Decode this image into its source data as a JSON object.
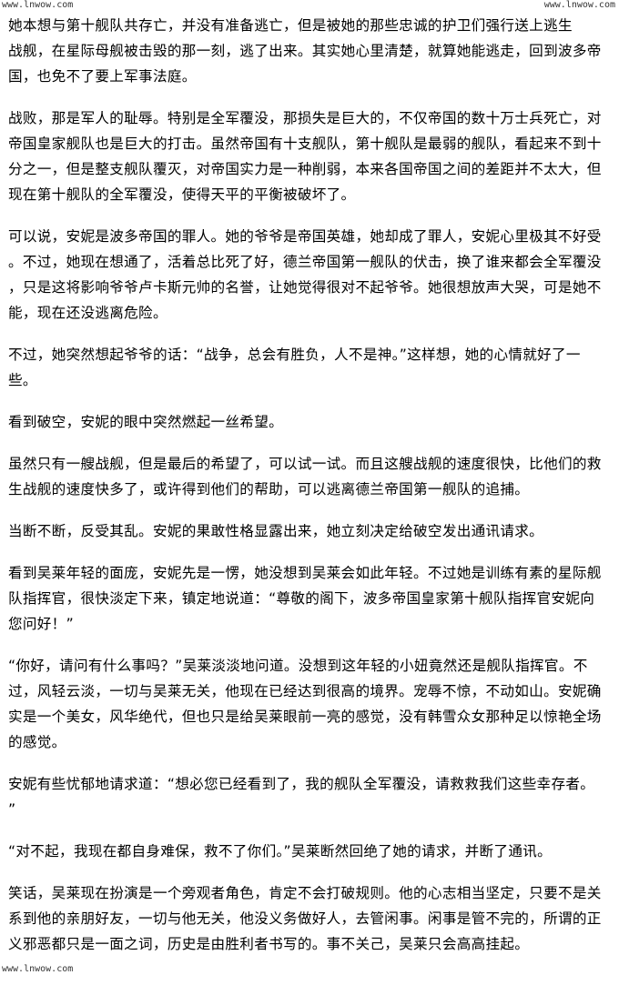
{
  "watermark": "www.lnwow.com",
  "paragraphs": [
    [
      "她本想与第十舰队共存亡，并没有准备逃亡，但是被她的那些忠诚的护卫们强行送上逃生",
      "战舰，在星际母舰被击毁的那一刻，逃了出来。其实她心里清楚，就算她能逃走，回到波多帝",
      "国，也免不了要上军事法庭。"
    ],
    [
      "战败，那是军人的耻辱。特别是全军覆没，那损失是巨大的，不仅帝国的数十万士兵死亡，对",
      "帝国皇家舰队也是巨大的打击。虽然帝国有十支舰队，第十舰队是最弱的舰队，看起来不到十",
      "分之一，但是整支舰队覆灭，对帝国实力是一种削弱，本来各国帝国之间的差距并不太大，但",
      "现在第十舰队的全军覆没，使得天平的平衡被破坏了。"
    ],
    [
      "可以说，安妮是波多帝国的罪人。她的爷爷是帝国英雄，她却成了罪人，安妮心里极其不好受",
      "。不过，她现在想通了，活着总比死了好，德兰帝国第一舰队的伏击，换了谁来都会全军覆没",
      "，只是这将影响爷爷卢卡斯元帅的名誉，让她觉得很对不起爷爷。她很想放声大哭，可是她不",
      "能，现在还没逃离危险。"
    ],
    [
      "不过，她突然想起爷爷的话：“战争，总会有胜负，人不是神。”这样想，她的心情就好了一",
      "些。"
    ],
    [
      "看到破空，安妮的眼中突然燃起一丝希望。"
    ],
    [
      "虽然只有一艘战舰，但是最后的希望了，可以试一试。而且这艘战舰的速度很快，比他们的救",
      "生战舰的速度快多了，或许得到他们的帮助，可以逃离德兰帝国第一舰队的追捕。"
    ],
    [
      "当断不断，反受其乱。安妮的果敢性格显露出来，她立刻决定给破空发出通讯请求。"
    ],
    [
      "看到吴莱年轻的面庞，安妮先是一愣，她没想到吴莱会如此年轻。不过她是训练有素的星际舰",
      "队指挥官，很快淡定下来，镇定地说道：“尊敬的阁下，波多帝国皇家第十舰队指挥官安妮向",
      "您问好！”"
    ],
    [
      "“你好，请问有什么事吗？”吴莱淡淡地问道。没想到这年轻的小妞竟然还是舰队指挥官。不",
      "过，风轻云淡，一切与吴莱无关，他现在已经达到很高的境界。宠辱不惊，不动如山。安妮确",
      "实是一个美女，风华绝代，但也只是给吴莱眼前一亮的感觉，没有韩雪众女那种足以惊艳全场",
      "的感觉。"
    ],
    [
      "安妮有些忧郁地请求道：“想必您已经看到了，我的舰队全军覆没，请救救我们这些幸存者。",
      "”"
    ],
    [
      "“对不起，我现在都自身难保，救不了你们。”吴莱断然回绝了她的请求，并断了通讯。"
    ],
    [
      "笑话，吴莱现在扮演是一个旁观者角色，肯定不会打破规则。他的心志相当坚定，只要不是关",
      "系到他的亲朋好友，一切与他无关，他没义务做好人，去管闲事。闲事是管不完的，所谓的正",
      "义邪恶都只是一面之词，历史是由胜利者书写的。事不关己，吴莱只会高高挂起。"
    ]
  ]
}
